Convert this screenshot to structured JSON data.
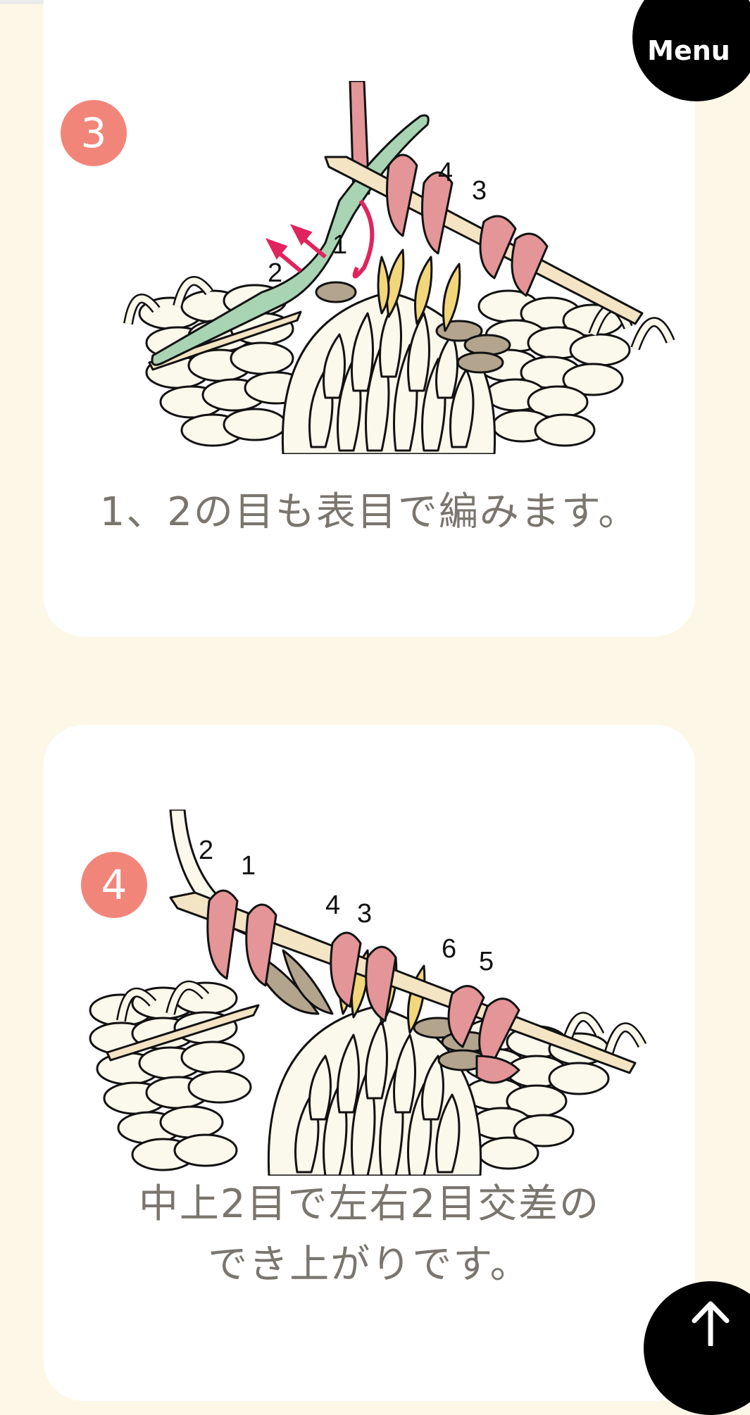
{
  "steps": [
    {
      "number": "3",
      "caption": "1、2の目も表目で編みます。"
    },
    {
      "number": "4",
      "caption": "中上2目で左右2目交差の\nでき上がりです。"
    }
  ],
  "illustration_labels": {
    "step3": [
      "4",
      "3",
      "1",
      "2"
    ],
    "step4": [
      "2",
      "1",
      "4",
      "3",
      "6",
      "5"
    ]
  },
  "menu": {
    "label": "Menu"
  },
  "icons": {
    "back_to_top": "arrow-up-icon"
  },
  "colors": {
    "background": "#fdf7e8",
    "card": "#ffffff",
    "badge": "#f2857a",
    "caption_text": "#7a756f",
    "yarn_cream": "#fbf8ec",
    "yarn_pink": "#e39598",
    "yarn_yellow": "#f2d67a",
    "yarn_taupe": "#b3a48e",
    "needle_green": "#a8d4b3",
    "needle_wood": "#f3e4c4",
    "arrow_magenta": "#e0245e",
    "button": "#000000"
  }
}
